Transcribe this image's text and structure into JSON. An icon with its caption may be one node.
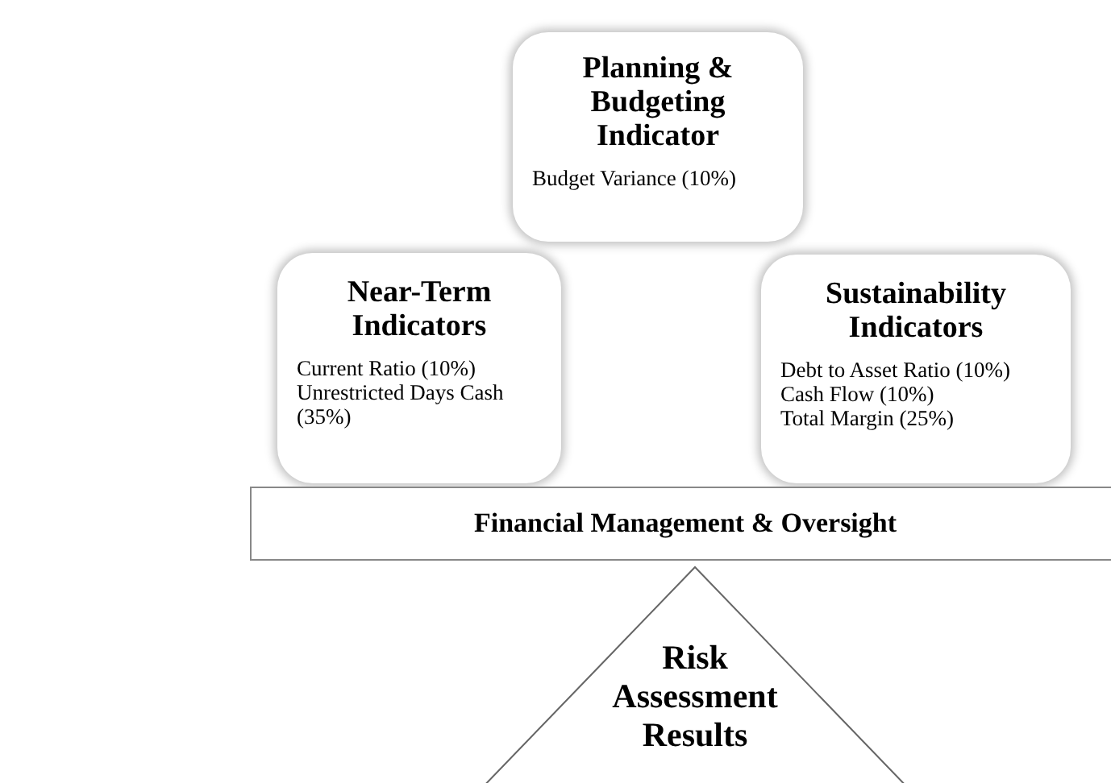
{
  "diagram": {
    "nodes": [
      {
        "text": [
          "Planning & Budgeting Indicator",
          "Budget Variance (10%)"
        ]
      },
      {
        "text": [
          "Near-Term Indicators",
          "Current Ratio (10%)",
          "Unrestricted Days Cash (35%)"
        ]
      },
      {
        "text": [
          "Sustainability Indicators",
          "Debt to Asset Ratio (10%)",
          "Cash Flow (10%)",
          "Total Margin (25%)"
        ]
      },
      {
        "text": [
          "Financial Management & Oversight"
        ]
      },
      {
        "text": [
          "Risk Assessment Results"
        ]
      }
    ]
  }
}
